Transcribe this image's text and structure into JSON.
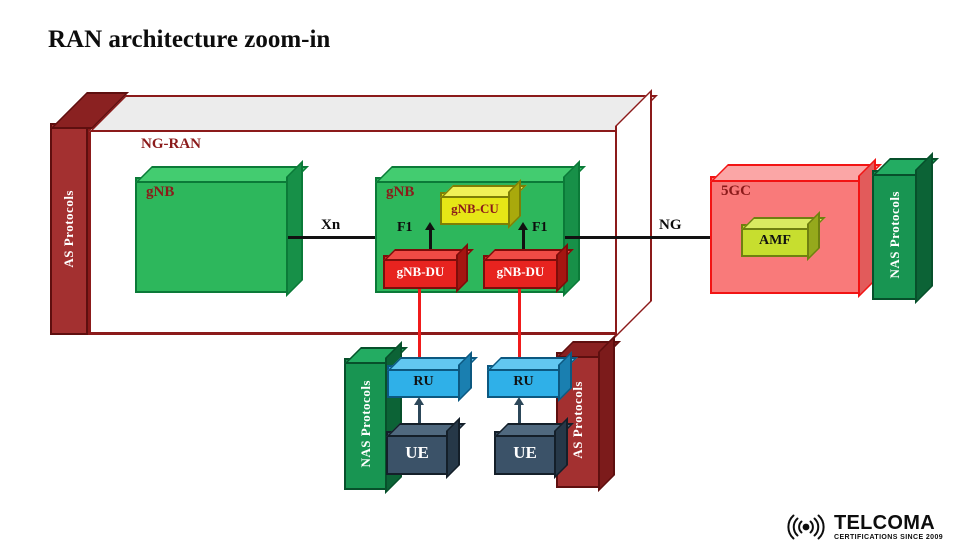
{
  "title": "RAN architecture zoom-in",
  "ng_ran": {
    "label": "NG-RAN",
    "as_protocols_bar": "AS Protocols",
    "gnb_left_label": "gNB",
    "gnb_right_label": "gNB",
    "gnb_cu_label": "gNB-CU",
    "gnb_du1_label": "gNB-DU",
    "gnb_du2_label": "gNB-DU"
  },
  "links": {
    "xn": "Xn",
    "f1_left": "F1",
    "f1_right": "F1",
    "ng": "NG"
  },
  "core": {
    "label": "5GC",
    "amf_label": "AMF",
    "nas_protocols_bar": "NAS Protocols"
  },
  "devices": {
    "nas_protocols_bar": "NAS Protocols",
    "as_protocols_bar": "AS Protocols",
    "ru1_label": "RU",
    "ru2_label": "RU",
    "ue1_label": "UE",
    "ue2_label": "UE"
  },
  "logo": {
    "brand": "TELCOMA",
    "tagline": "CERTIFICATIONS SINCE 2009"
  },
  "colors": {
    "dark_red_border": "#8B1A1A",
    "gnb_green": "#2DB75C",
    "du_red": "#E7231F",
    "cu_yellow": "#E6E616",
    "core_salmon": "#F97A7A",
    "core_border_red": "#F21414",
    "amf_green": "#C7DE2F",
    "ru_blue": "#2FB0E8",
    "ue_slate": "#3B5268",
    "protocol_bar_green": "#189552",
    "protocol_bar_red": "#A33030",
    "connector_red": "#F01B1B"
  }
}
